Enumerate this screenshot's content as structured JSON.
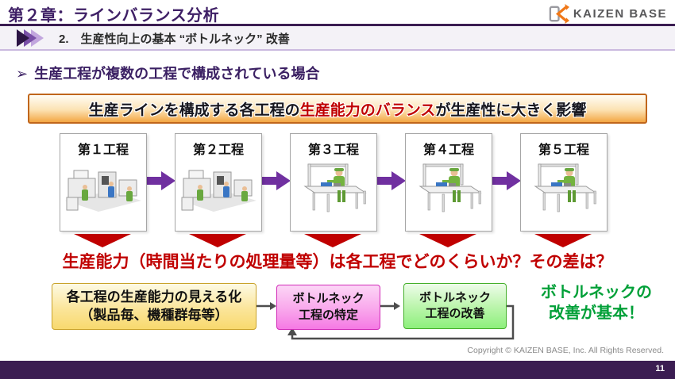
{
  "header": {
    "title": "第２章：ラインバランス分析",
    "logo_text": "KAIZEN BASE"
  },
  "subheader": {
    "label": "2.　生産性向上の基本 “ボトルネック” 改善"
  },
  "lead": {
    "bullet": "➢",
    "text": "生産工程が複数の工程で構成されている場合"
  },
  "banner": {
    "prefix": "生産ラインを構成する各工程の",
    "highlight": "生産能力のバランス",
    "suffix": "が生産性に大きく影響",
    "highlight_color": "#c00000"
  },
  "processes": [
    {
      "label": "第１工程",
      "illustration": "machine-line"
    },
    {
      "label": "第２工程",
      "illustration": "machine-line"
    },
    {
      "label": "第３工程",
      "illustration": "assembly-bench"
    },
    {
      "label": "第４工程",
      "illustration": "assembly-bench"
    },
    {
      "label": "第５工程",
      "illustration": "assembly-bench"
    }
  ],
  "question": "生産能力（時間当たりの処理量等）は各工程でどのくらいか？その差は？",
  "flow": {
    "step1_line1": "各工程の生産能力の見える化",
    "step1_line2": "（製品毎、機種群毎等）",
    "step2_line1": "ボトルネック",
    "step2_line2": "工程の特定",
    "step3_line1": "ボトルネック",
    "step3_line2": "工程の改善",
    "note_line1": "ボトルネックの",
    "note_line2": "改善が基本！"
  },
  "footer": {
    "copyright": "Copyright ©  KAIZEN BASE, Inc.  All Rights Reserved.",
    "page": "11"
  },
  "colors": {
    "accent_purple": "#7030a0",
    "arrow_red": "#c00000",
    "note_green": "#00a038",
    "footer_bar": "#3b1d52",
    "banner_border": "#c0661c"
  }
}
